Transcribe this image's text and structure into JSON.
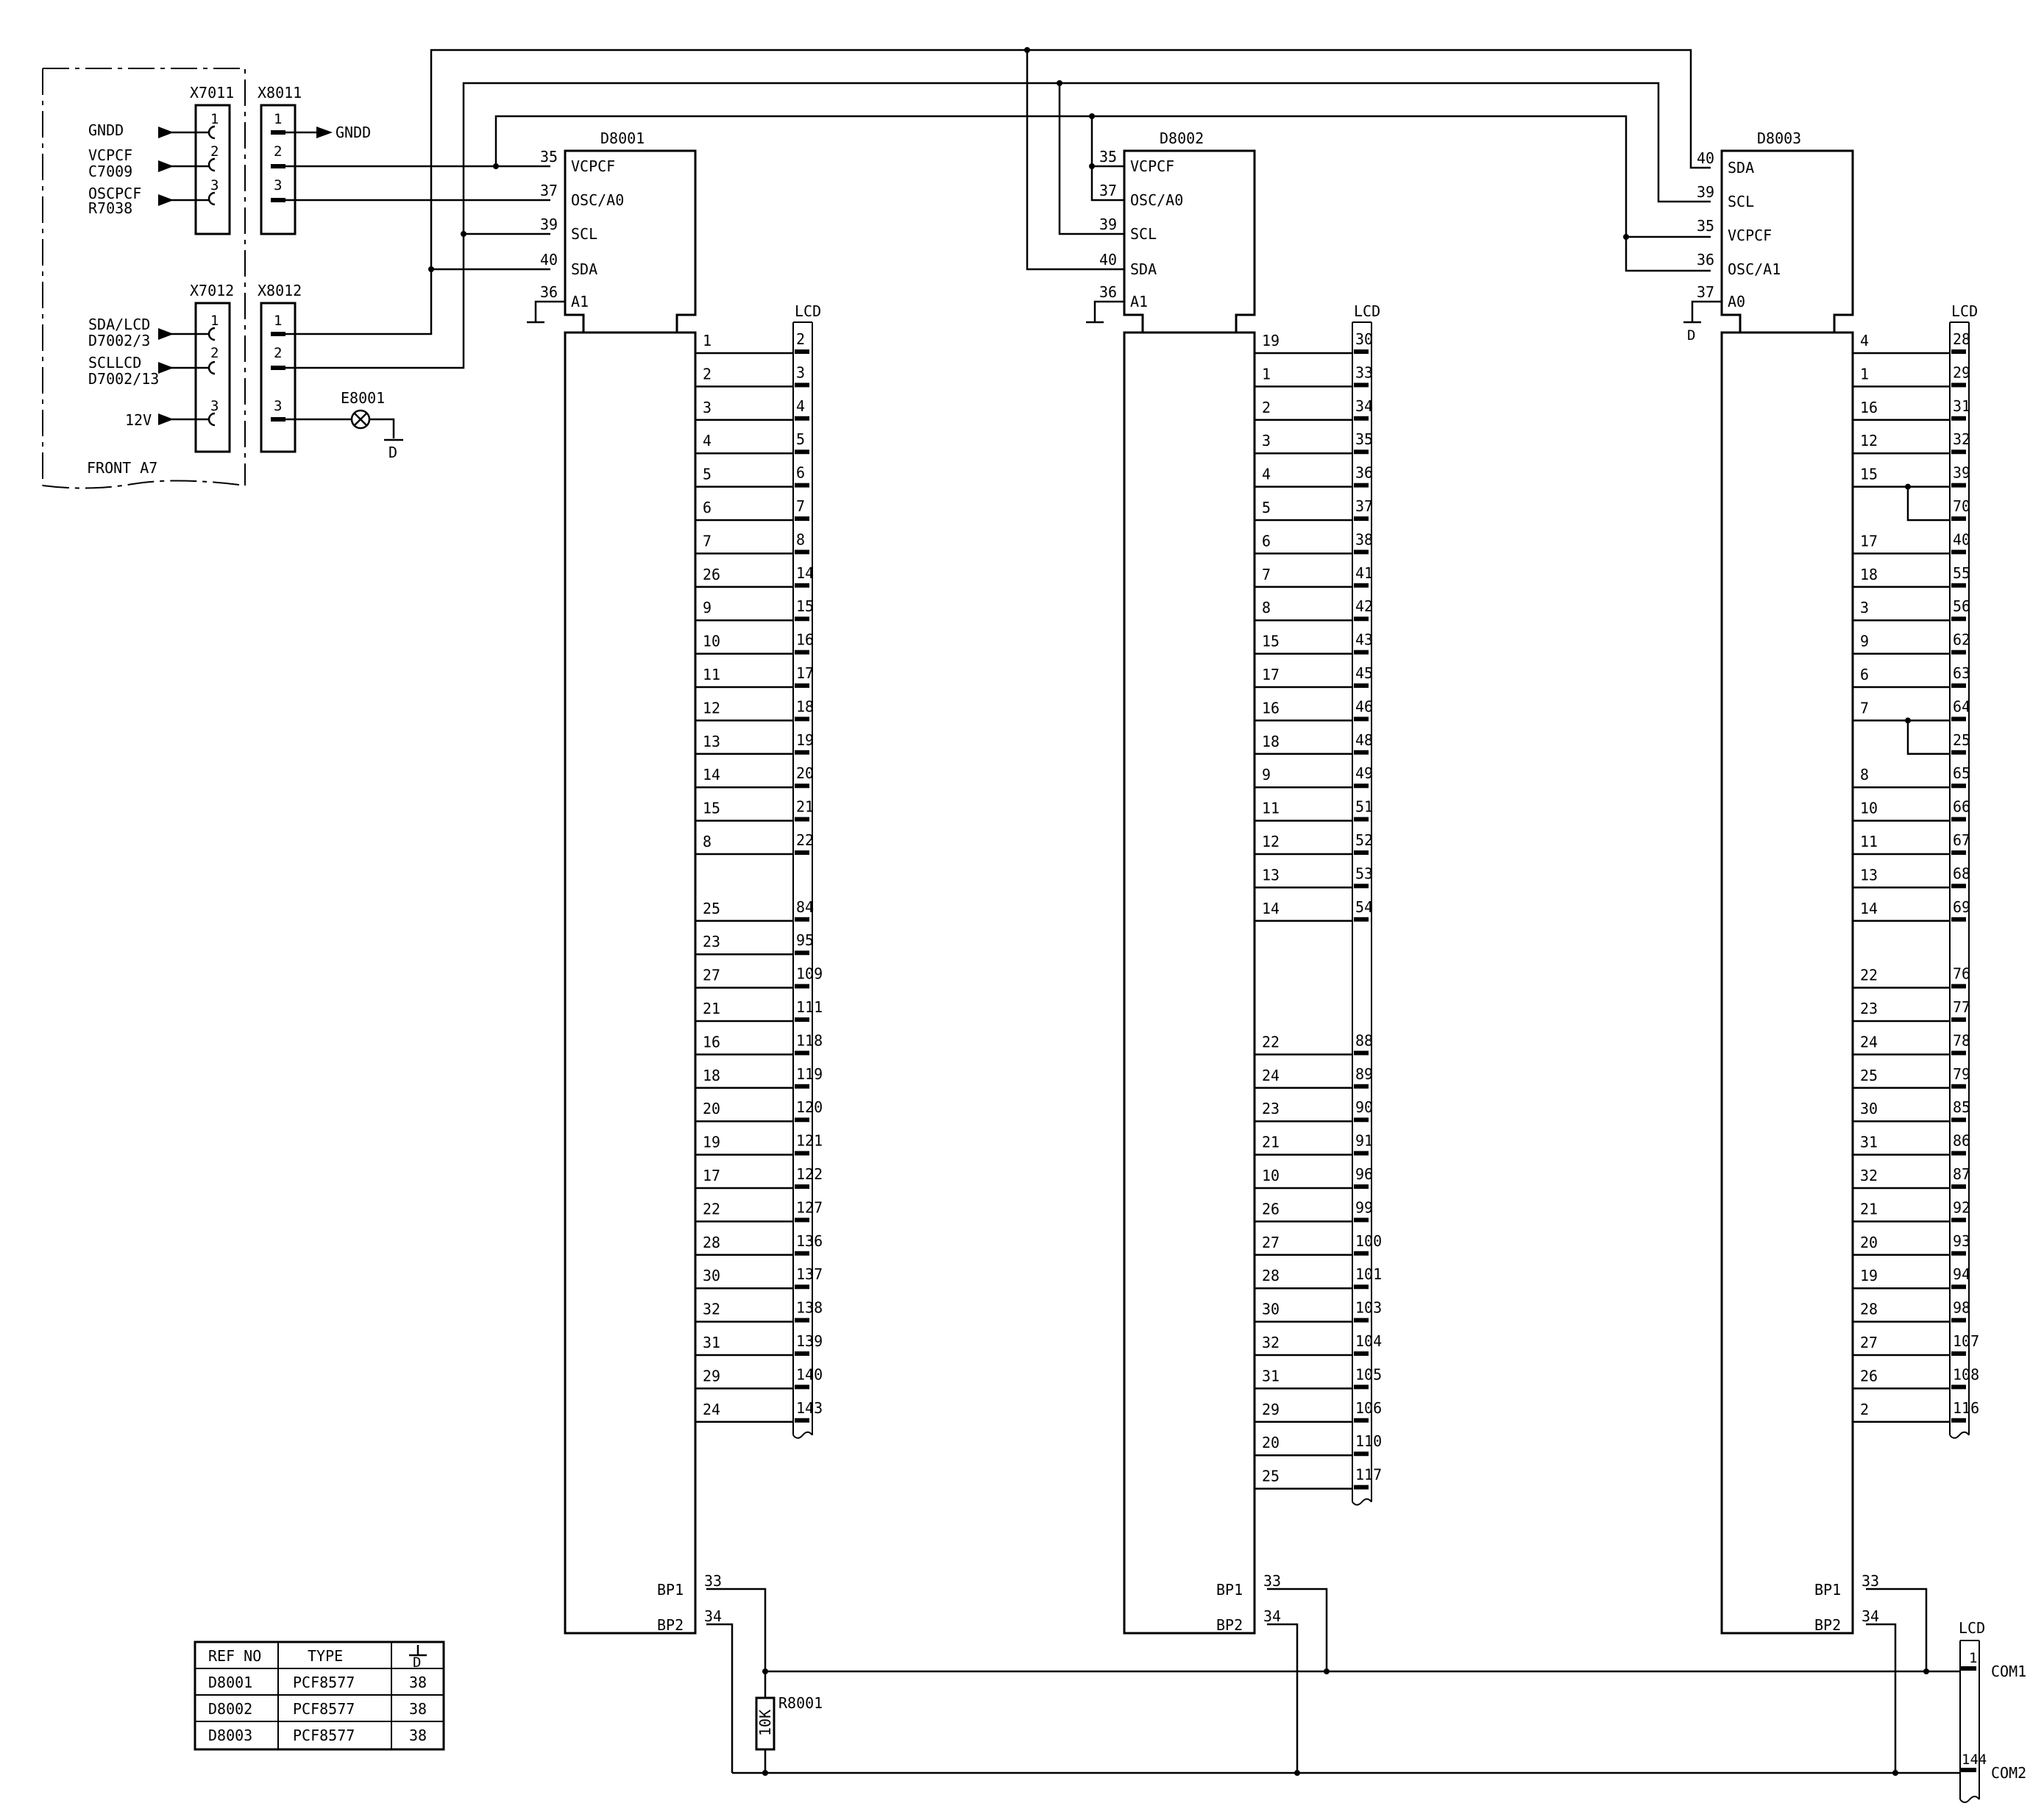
{
  "front_panel": {
    "label": "FRONT A7",
    "connectors": [
      {
        "ref": "X7011",
        "pins": [
          "1",
          "2",
          "3"
        ]
      },
      {
        "ref": "X8011",
        "pins": [
          "1",
          "2",
          "3"
        ]
      },
      {
        "ref": "X7012",
        "pins": [
          "1",
          "2",
          "3"
        ]
      },
      {
        "ref": "X8012",
        "pins": [
          "1",
          "2",
          "3"
        ]
      }
    ],
    "x7011_signals": [
      "GNDD",
      "VCPCF",
      "C7009",
      "OSCPCF",
      "R7038"
    ],
    "x7012_signals": [
      "SDA/LCD",
      "D7002/3",
      "SCLLCD",
      "D7002/13",
      "12V"
    ],
    "gndd_out": "GNDD",
    "lamp": {
      "ref": "E8001",
      "pin": "3",
      "ground": "D"
    }
  },
  "chips": [
    {
      "ref": "D8001",
      "ctrl_pins": [
        {
          "num": "35",
          "name": "VCPCF"
        },
        {
          "num": "37",
          "name": "OSC/A0"
        },
        {
          "num": "39",
          "name": "SCL"
        },
        {
          "num": "40",
          "name": "SDA"
        },
        {
          "num": "36",
          "name": "A1"
        }
      ],
      "lcd_label": "LCD",
      "rows": [
        [
          "1",
          "2"
        ],
        [
          "2",
          "3"
        ],
        [
          "3",
          "4"
        ],
        [
          "4",
          "5"
        ],
        [
          "5",
          "6"
        ],
        [
          "6",
          "7"
        ],
        [
          "7",
          "8"
        ],
        [
          "26",
          "14"
        ],
        [
          "9",
          "15"
        ],
        [
          "10",
          "16"
        ],
        [
          "11",
          "17"
        ],
        [
          "12",
          "18"
        ],
        [
          "13",
          "19"
        ],
        [
          "14",
          "20"
        ],
        [
          "15",
          "21"
        ],
        [
          "8",
          "22"
        ],
        null,
        [
          "25",
          "84"
        ],
        [
          "23",
          "95"
        ],
        [
          "27",
          "109"
        ],
        [
          "21",
          "111"
        ],
        [
          "16",
          "118"
        ],
        [
          "18",
          "119"
        ],
        [
          "20",
          "120"
        ],
        [
          "19",
          "121"
        ],
        [
          "17",
          "122"
        ],
        [
          "22",
          "127"
        ],
        [
          "28",
          "136"
        ],
        [
          "30",
          "137"
        ],
        [
          "32",
          "138"
        ],
        [
          "31",
          "139"
        ],
        [
          "29",
          "140"
        ],
        [
          "24",
          "143"
        ]
      ],
      "bp": [
        {
          "name": "BP1",
          "num": "33"
        },
        {
          "name": "BP2",
          "num": "34"
        }
      ]
    },
    {
      "ref": "D8002",
      "ctrl_pins": [
        {
          "num": "35",
          "name": "VCPCF"
        },
        {
          "num": "37",
          "name": "OSC/A0"
        },
        {
          "num": "39",
          "name": "SCL"
        },
        {
          "num": "40",
          "name": "SDA"
        },
        {
          "num": "36",
          "name": "A1"
        }
      ],
      "lcd_label": "LCD",
      "rows": [
        [
          "19",
          "30"
        ],
        [
          "1",
          "33"
        ],
        [
          "2",
          "34"
        ],
        [
          "3",
          "35"
        ],
        [
          "4",
          "36"
        ],
        [
          "5",
          "37"
        ],
        [
          "6",
          "38"
        ],
        [
          "7",
          "41"
        ],
        [
          "8",
          "42"
        ],
        [
          "15",
          "43"
        ],
        [
          "17",
          "45"
        ],
        [
          "16",
          "46"
        ],
        [
          "18",
          "48"
        ],
        [
          "9",
          "49"
        ],
        [
          "11",
          "51"
        ],
        [
          "12",
          "52"
        ],
        [
          "13",
          "53"
        ],
        [
          "14",
          "54"
        ],
        null,
        null,
        null,
        [
          "22",
          "88"
        ],
        [
          "24",
          "89"
        ],
        [
          "23",
          "90"
        ],
        [
          "21",
          "91"
        ],
        [
          "10",
          "96"
        ],
        [
          "26",
          "99"
        ],
        [
          "27",
          "100"
        ],
        [
          "28",
          "101"
        ],
        [
          "30",
          "103"
        ],
        [
          "32",
          "104"
        ],
        [
          "31",
          "105"
        ],
        [
          "29",
          "106"
        ],
        [
          "20",
          "110"
        ],
        [
          "25",
          "117"
        ]
      ],
      "bp": [
        {
          "name": "BP1",
          "num": "33"
        },
        {
          "name": "BP2",
          "num": "34"
        }
      ]
    },
    {
      "ref": "D8003",
      "ctrl_pins": [
        {
          "num": "40",
          "name": "SDA"
        },
        {
          "num": "39",
          "name": "SCL"
        },
        {
          "num": "35",
          "name": "VCPCF"
        },
        {
          "num": "36",
          "name": "OSC/A1"
        },
        {
          "num": "37",
          "name": "A0"
        }
      ],
      "ground": "D",
      "lcd_label": "LCD",
      "rows": [
        [
          "4",
          "28"
        ],
        [
          "1",
          "29"
        ],
        [
          "16",
          "31"
        ],
        [
          "12",
          "32"
        ],
        [
          "15",
          "39"
        ],
        [
          "",
          "70"
        ],
        [
          "17",
          "40"
        ],
        [
          "18",
          "55"
        ],
        [
          "3",
          "56"
        ],
        [
          "9",
          "62"
        ],
        [
          "6",
          "63"
        ],
        [
          "7",
          "64"
        ],
        [
          "",
          "25"
        ],
        [
          "8",
          "65"
        ],
        [
          "10",
          "66"
        ],
        [
          "11",
          "67"
        ],
        [
          "13",
          "68"
        ],
        [
          "14",
          "69"
        ],
        null,
        [
          "22",
          "76"
        ],
        [
          "23",
          "77"
        ],
        [
          "24",
          "78"
        ],
        [
          "25",
          "79"
        ],
        [
          "30",
          "85"
        ],
        [
          "31",
          "86"
        ],
        [
          "32",
          "87"
        ],
        [
          "21",
          "92"
        ],
        [
          "20",
          "93"
        ],
        [
          "19",
          "94"
        ],
        [
          "28",
          "98"
        ],
        [
          "27",
          "107"
        ],
        [
          "26",
          "108"
        ],
        [
          "2",
          "116"
        ]
      ],
      "bp": [
        {
          "name": "BP1",
          "num": "33"
        },
        {
          "name": "BP2",
          "num": "34"
        }
      ]
    }
  ],
  "resistor": {
    "ref": "R8001",
    "value": "10K"
  },
  "common_lcd": {
    "label": "LCD",
    "pins": [
      {
        "num": "1",
        "net": "COM1"
      },
      {
        "num": "144",
        "net": "COM2"
      }
    ]
  },
  "ref_table": {
    "headers": [
      "REF NO",
      "TYPE"
    ],
    "ground_header": "D",
    "rows": [
      [
        "D8001",
        "PCF8577",
        "38"
      ],
      [
        "D8002",
        "PCF8577",
        "38"
      ],
      [
        "D8003",
        "PCF8577",
        "38"
      ]
    ]
  }
}
